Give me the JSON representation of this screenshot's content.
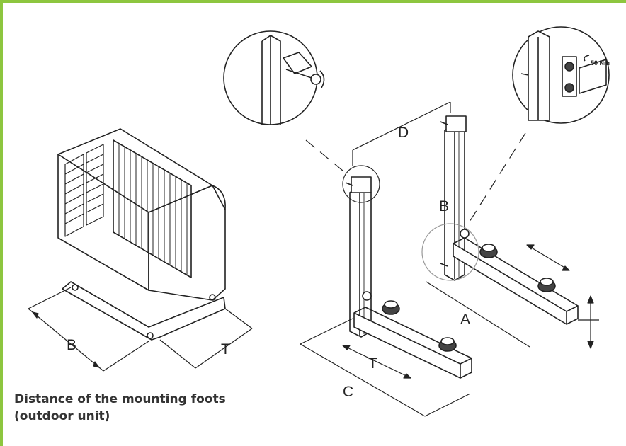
{
  "caption": {
    "line1": "Distance of the mounting foots",
    "line2": "(outdoor unit)"
  },
  "labels": {
    "unit_b": "B",
    "unit_t": "T",
    "bracket_a": "A",
    "bracket_b": "B",
    "bracket_c": "C",
    "bracket_d": "D",
    "bracket_t": "T",
    "torque": "50 Nm"
  },
  "colors": {
    "frame": "#8dc63f",
    "line": "#222222"
  }
}
